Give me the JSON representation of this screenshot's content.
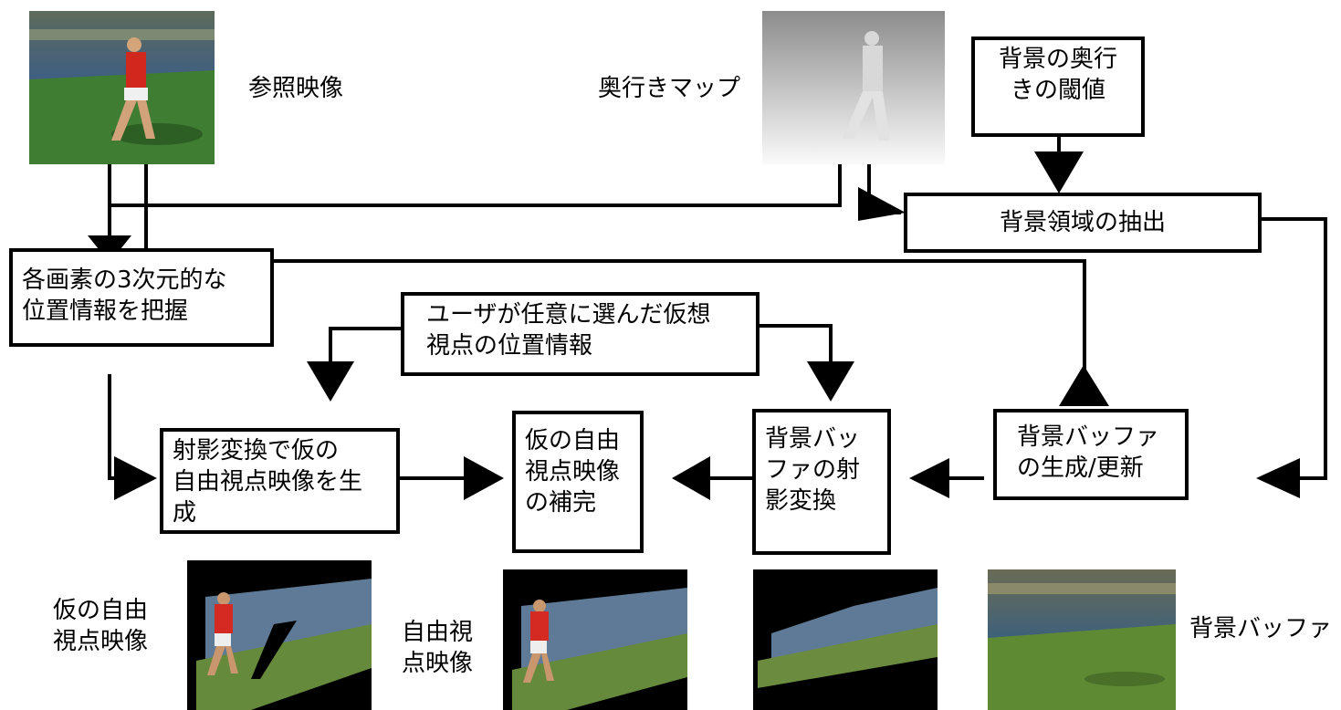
{
  "labels": {
    "reference_video": "参照映像",
    "depth_map": "奥行きマップ",
    "temp_free_view": "仮の自由\n視点映像",
    "free_view": "自由視\n点映像",
    "background_buffer": "背景バッファ"
  },
  "boxes": {
    "depth_threshold": "背景の奥行\nきの閾値",
    "bg_extraction": "背景領域の抽出",
    "pixel_3d": "各画素の3次元的な\n位置情報を把握",
    "virtual_viewpoint": "ユーザが任意に選んだ仮想\n視点の位置情報",
    "projective_gen": "射影変換で仮の\n自由視点映像を生\n成",
    "completion": "仮の自由\n視点映像\nの補完",
    "buffer_projection": "背景バッ\nファの射\n影変換",
    "buffer_update": "背景バッファ\nの生成/更新"
  }
}
